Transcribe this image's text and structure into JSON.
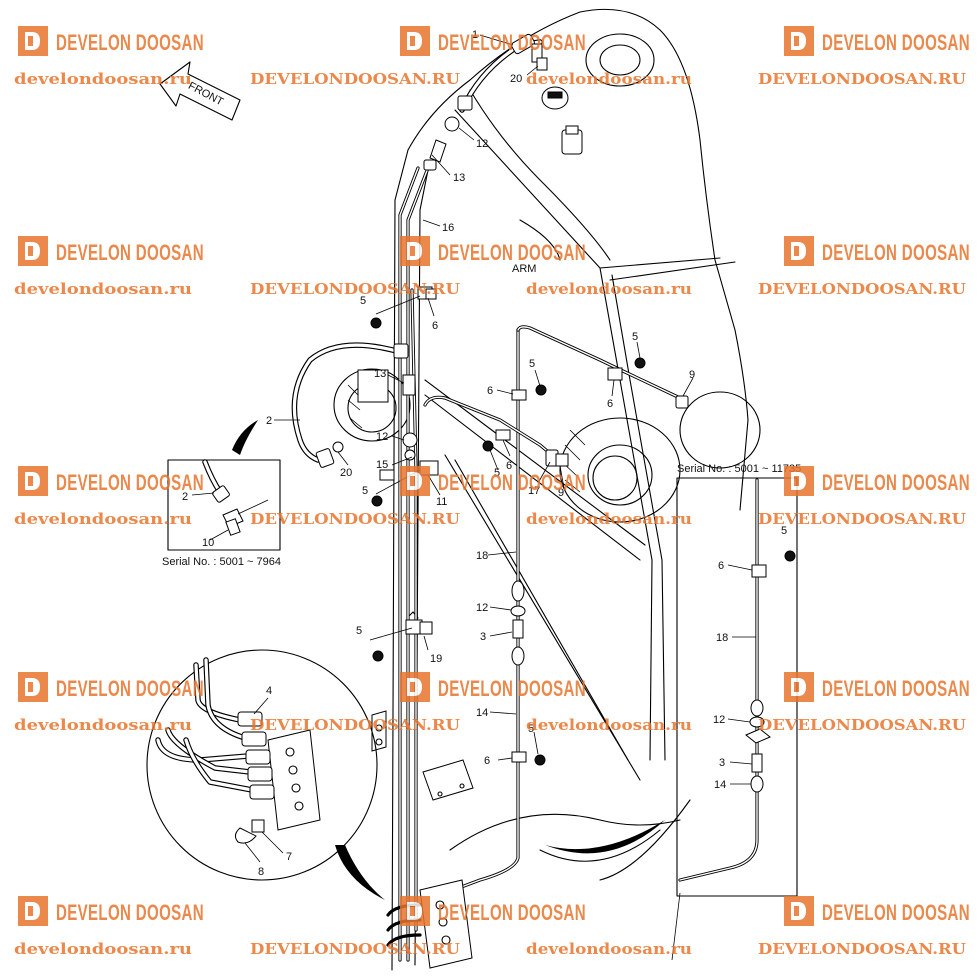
{
  "watermark": {
    "brand": "DEVELON DOOSAN",
    "url_lower": "develondoosan.ru",
    "url_upper": "DEVELONDOOSAN.RU",
    "brand_color": "#e8742c",
    "icon": "develon-logo-icon"
  },
  "labels": {
    "front": "FRONT",
    "arm": "ARM",
    "serial_left": "Serial No. : 5001 ~ 7964",
    "serial_right": "Serial No. : 5001 ~ 11735"
  },
  "callouts": {
    "c1": "1",
    "c20a": "20",
    "c12a": "12",
    "c13a": "13",
    "c16": "16",
    "c5a": "5",
    "c6a": "6",
    "c2": "2",
    "c13b": "13",
    "c12b": "12",
    "c20b": "20",
    "c15": "15",
    "c5b": "5",
    "c11": "11",
    "c5c": "5",
    "c6b": "6",
    "c5d": "5",
    "c6c": "6",
    "c5e": "5",
    "c6d": "6",
    "c9a": "9",
    "c17": "17",
    "c9b": "9",
    "c18": "18",
    "c12c": "12",
    "c3": "3",
    "c14": "14",
    "c5f": "5",
    "c6e": "6",
    "c5g": "5",
    "c19": "19",
    "c4": "4",
    "c7": "7",
    "c8": "8",
    "c2i": "2",
    "c10": "10",
    "r5": "5",
    "r6": "6",
    "r18": "18",
    "r12": "12",
    "r3": "3",
    "r14": "14"
  }
}
